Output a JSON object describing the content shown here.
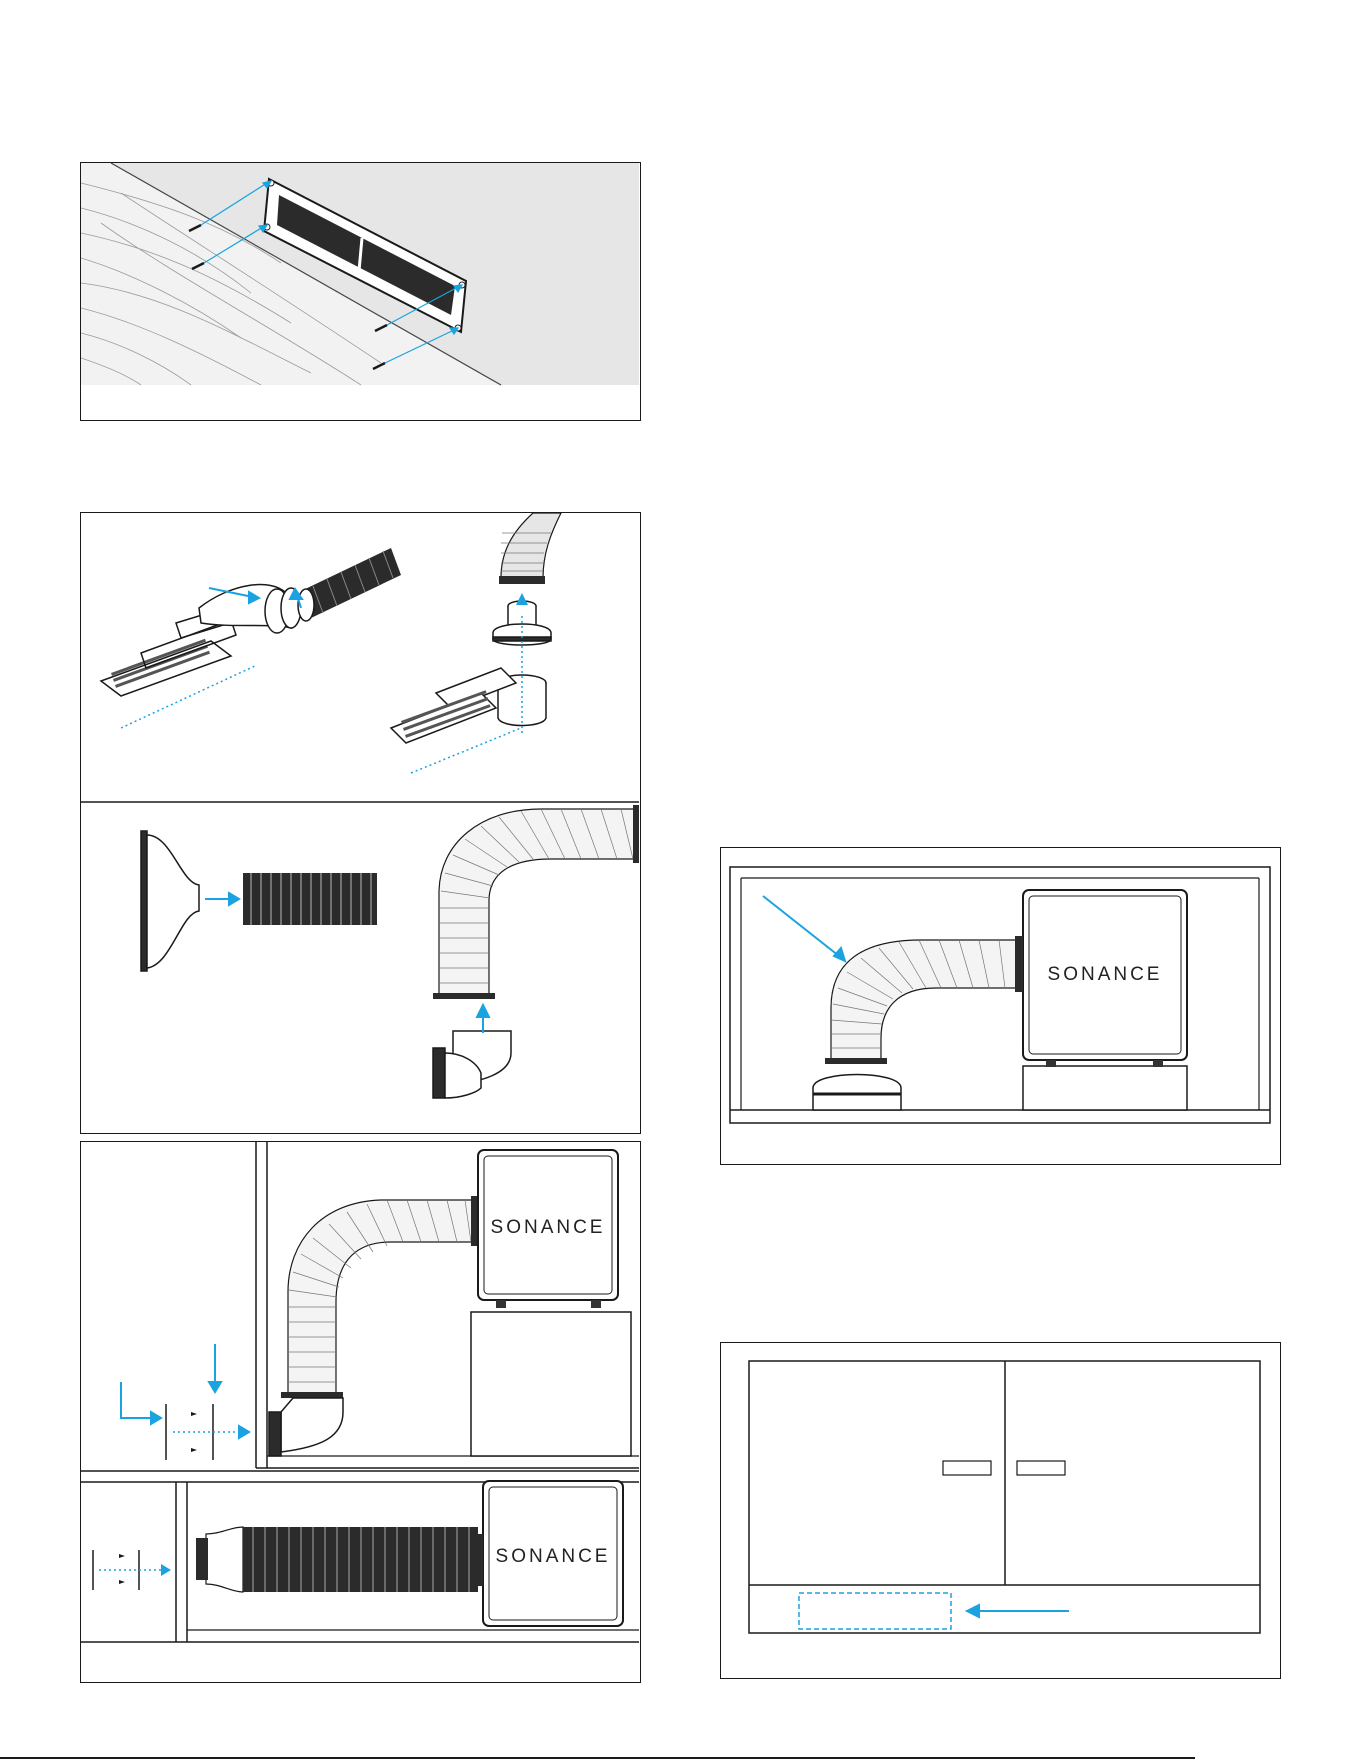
{
  "brand": {
    "logo_text": "SONANCE"
  },
  "colors": {
    "accent_blue": "#1aa3e0",
    "line": "#1a1a1a",
    "panel_gray": "#e6e6e6",
    "duct_dark": "#2b2b2b"
  },
  "figures": [
    {
      "id": "vent-grille-mounting",
      "logo": ""
    },
    {
      "id": "duct-assembly-exploded",
      "logo": ""
    },
    {
      "id": "cabinet-side-install",
      "logo": "SONANCE"
    },
    {
      "id": "cabinet-rear-install",
      "logo": "SONANCE"
    },
    {
      "id": "cabinet-interior-view",
      "logo": "SONANCE"
    },
    {
      "id": "cabinet-front-schematic",
      "logo": ""
    }
  ],
  "icons": [
    "screw-icon",
    "arrow-icon",
    "flex-duct-icon",
    "subwoofer-enclosure-icon"
  ]
}
